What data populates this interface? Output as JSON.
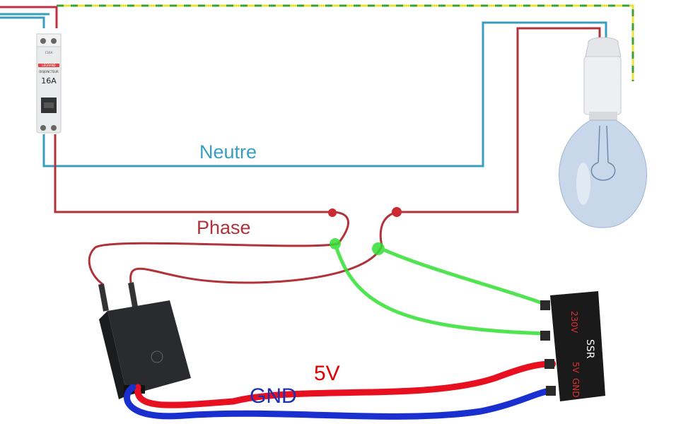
{
  "wires": {
    "neutral_label": "Neutre",
    "phase_label": "Phase",
    "v5_label": "5V",
    "gnd_label": "GND"
  },
  "breaker": {
    "rating": "16A",
    "type": "DISJONCTEUR",
    "brand": "LEGRAND",
    "model": "C16A"
  },
  "ssr": {
    "name": "SSR",
    "input_230": "230V",
    "input_5v": "5V",
    "input_gnd": "GND"
  },
  "colors": {
    "neutral": "#3a9ec0",
    "phase": "#b0333a",
    "earth_yellow": "#e8e23a",
    "earth_green": "#3aa03a",
    "v5": "#e81020",
    "gnd": "#1a2fd0",
    "green_wire": "#33e033"
  }
}
